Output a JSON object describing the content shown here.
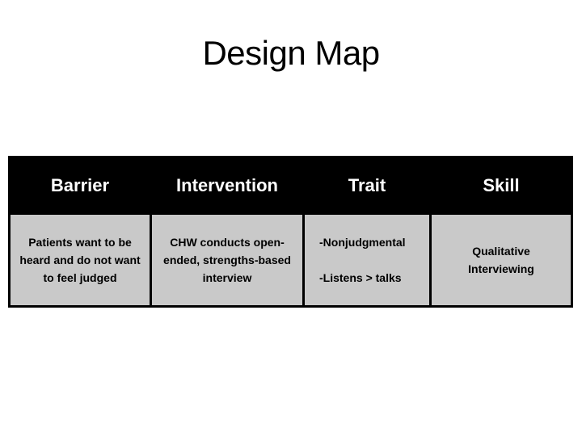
{
  "slide": {
    "title": "Design Map",
    "table": {
      "columns": [
        {
          "header": "Barrier",
          "body": "Patients want to be\nheard and do not want\nto feel judged"
        },
        {
          "header": "Intervention",
          "body": "CHW conducts open-\nended, strengths-based\ninterview"
        },
        {
          "header": "Trait",
          "body": "-Nonjudgmental\n\n-Listens > talks"
        },
        {
          "header": "Skill",
          "body": "Qualitative\nInterviewing"
        }
      ],
      "colors": {
        "header_bg": "#000000",
        "header_text": "#ffffff",
        "body_bg": "#c9c9c9",
        "body_text": "#000000",
        "border": "#000000",
        "slide_bg": "#ffffff"
      }
    }
  }
}
